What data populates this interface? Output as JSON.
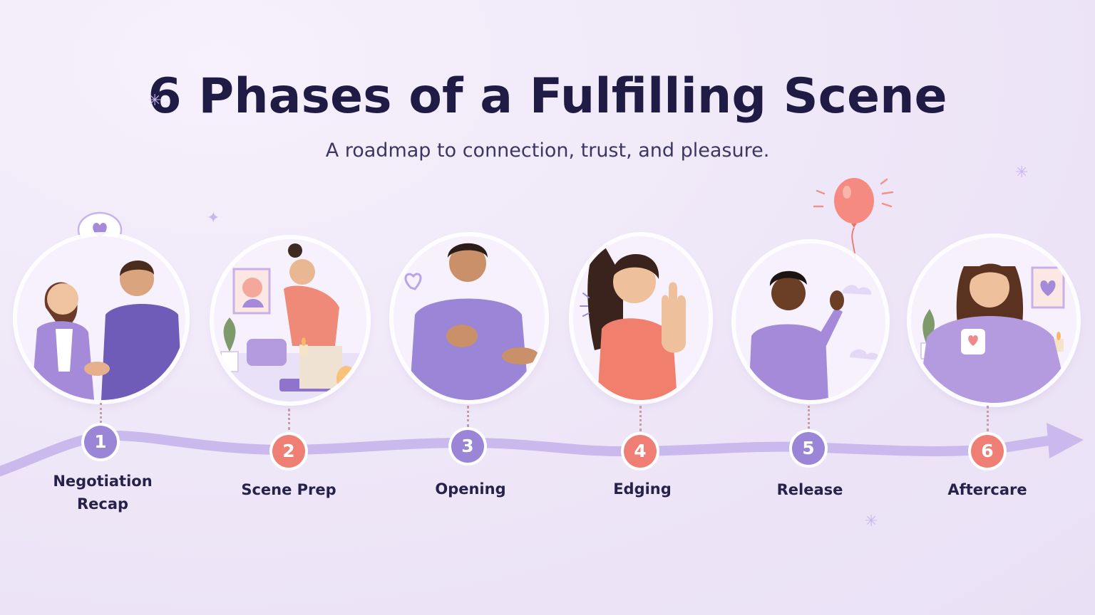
{
  "title": "6 Phases of a Fulfilling Scene",
  "subtitle": "A roadmap to connection, trust, and pleasure.",
  "colors": {
    "title": "#1f1b44",
    "purple": "#9a85d6",
    "coral": "#ef7f74",
    "path": "#c9b9ec"
  },
  "phases": [
    {
      "number": "1",
      "label_line1": "Negotiation",
      "label_line2": "Recap",
      "badge_color": "#9a85d6"
    },
    {
      "number": "2",
      "label_line1": "Scene Prep",
      "label_line2": "",
      "badge_color": "#ef7f74"
    },
    {
      "number": "3",
      "label_line1": "Opening",
      "label_line2": "",
      "badge_color": "#9a85d6"
    },
    {
      "number": "4",
      "label_line1": "Edging",
      "label_line2": "",
      "badge_color": "#ef7f74"
    },
    {
      "number": "5",
      "label_line1": "Release",
      "label_line2": "",
      "badge_color": "#9a85d6"
    },
    {
      "number": "6",
      "label_line1": "Aftercare",
      "label_line2": "",
      "badge_color": "#ef7f74"
    }
  ]
}
